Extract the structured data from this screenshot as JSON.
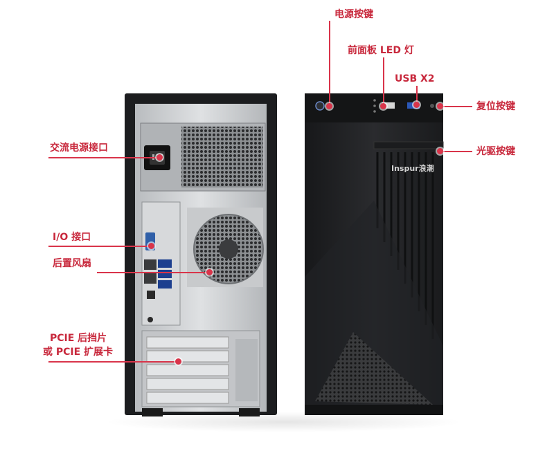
{
  "labels": {
    "power_button": "电源按键",
    "front_panel_led": "前面板 LED 灯",
    "usb_x2": "USB X2",
    "reset_button": "复位按键",
    "optical_drive_button": "光驱按键",
    "ac_power_port": "交流电源接口",
    "io_port": "I/O 接口",
    "rear_fan": "后置风扇",
    "pcie_line1": "PCIE 后挡片",
    "pcie_line2": "或 PCIE 扩展卡"
  },
  "brand_logo_text": "Inspur浪潮",
  "colors": {
    "accent": "#d9344a",
    "label_text": "#c8283c",
    "chassis_black": "#1e1e20",
    "metal_silver": "#c9cbcd"
  }
}
